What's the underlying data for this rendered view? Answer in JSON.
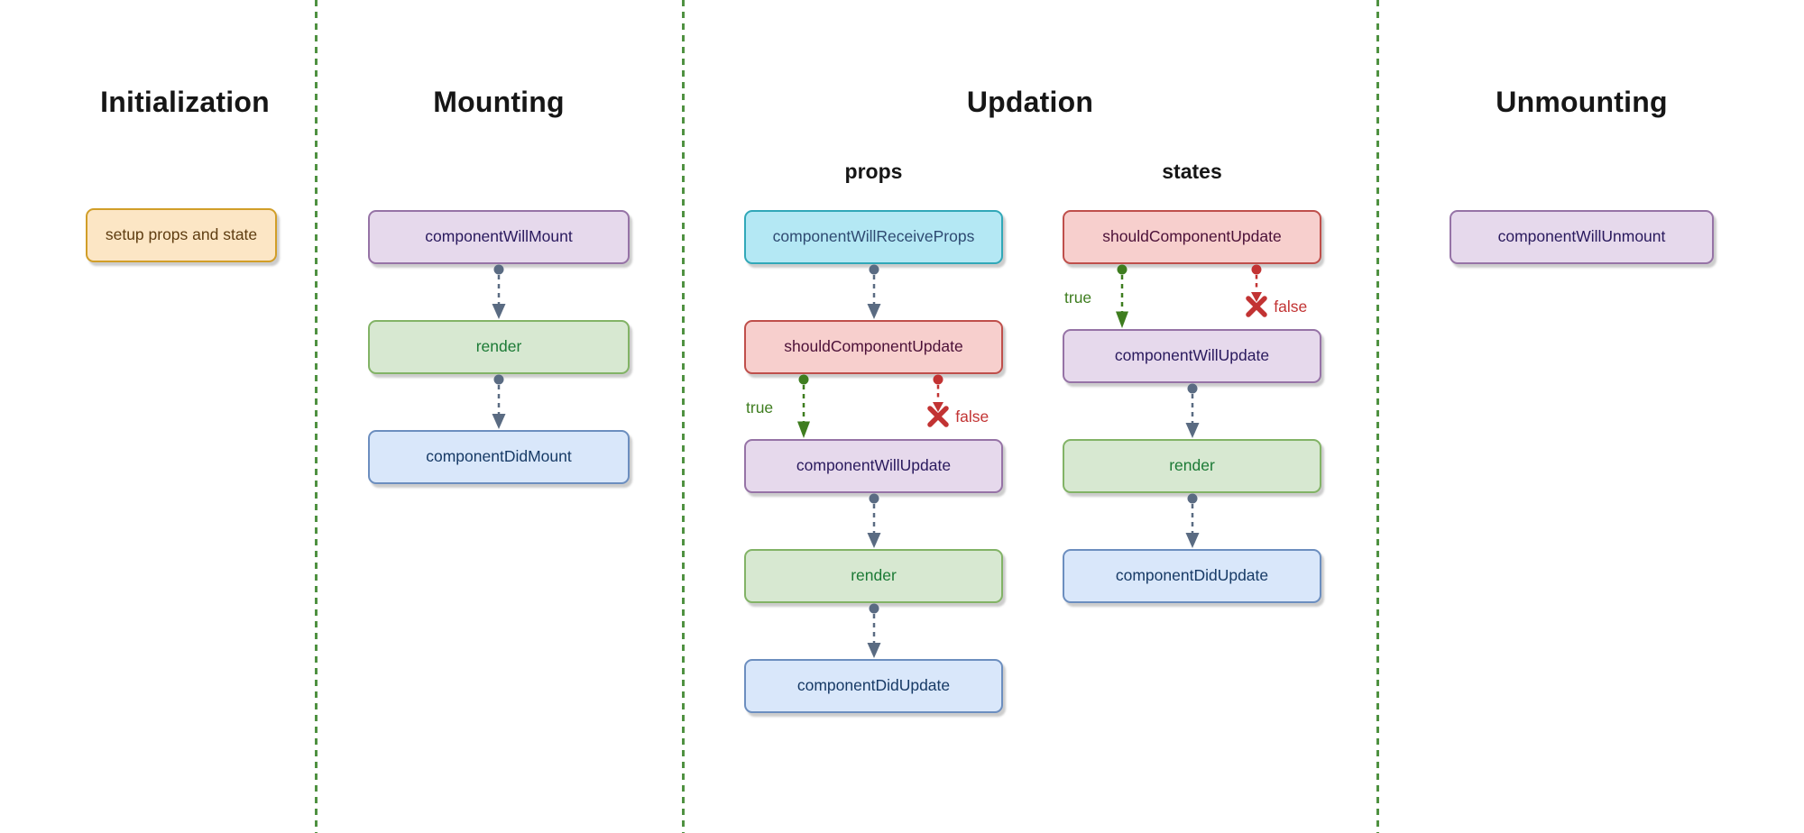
{
  "palette": {
    "orange": {
      "fill": "#FCE6C5",
      "stroke": "#D19E28",
      "text": "#5F3D11"
    },
    "purple": {
      "fill": "#E6D9EC",
      "stroke": "#9673A6",
      "text": "#2A1A5E"
    },
    "green": {
      "fill": "#D7E8D1",
      "stroke": "#82B366",
      "text": "#1B7A35"
    },
    "blue": {
      "fill": "#D9E7FA",
      "stroke": "#6C8EBF",
      "text": "#173A66"
    },
    "cyan": {
      "fill": "#B4E8F4",
      "stroke": "#31A8B8",
      "text": "#2F4B72"
    },
    "red": {
      "fill": "#F7CFCD",
      "stroke": "#BF4F4B",
      "text": "#4C1138"
    },
    "connector": "#5A6B82",
    "true_color": "#3E7D1F",
    "false_color": "#C23333",
    "divider": "#4F9141"
  },
  "sections": [
    {
      "id": "initialization",
      "title": "Initialization",
      "flow": [
        {
          "type": "node",
          "style": "orange",
          "label": "setup props and state"
        }
      ]
    },
    {
      "id": "mounting",
      "title": "Mounting",
      "flow": [
        {
          "type": "node",
          "style": "purple",
          "label": "componentWillMount"
        },
        {
          "type": "arrow"
        },
        {
          "type": "node",
          "style": "green",
          "label": "render"
        },
        {
          "type": "arrow"
        },
        {
          "type": "node",
          "style": "blue",
          "label": "componentDidMount"
        }
      ]
    },
    {
      "id": "updation",
      "title": "Updation",
      "columns": [
        {
          "label": "props",
          "flow": [
            {
              "type": "node",
              "style": "cyan",
              "label": "componentWillReceiveProps"
            },
            {
              "type": "arrow"
            },
            {
              "type": "node",
              "style": "red",
              "label": "shouldComponentUpdate"
            },
            {
              "type": "branch",
              "true_label": "true",
              "false_label": "false"
            },
            {
              "type": "node",
              "style": "purple",
              "label": "componentWillUpdate"
            },
            {
              "type": "arrow"
            },
            {
              "type": "node",
              "style": "green",
              "label": "render"
            },
            {
              "type": "arrow"
            },
            {
              "type": "node",
              "style": "blue",
              "label": "componentDidUpdate"
            }
          ]
        },
        {
          "label": "states",
          "flow": [
            {
              "type": "node",
              "style": "red",
              "label": "shouldComponentUpdate"
            },
            {
              "type": "branch",
              "true_label": "true",
              "false_label": "false"
            },
            {
              "type": "node",
              "style": "purple",
              "label": "componentWillUpdate"
            },
            {
              "type": "arrow"
            },
            {
              "type": "node",
              "style": "green",
              "label": "render"
            },
            {
              "type": "arrow"
            },
            {
              "type": "node",
              "style": "blue",
              "label": "componentDidUpdate"
            }
          ]
        }
      ]
    },
    {
      "id": "unmounting",
      "title": "Unmounting",
      "flow": [
        {
          "type": "node",
          "style": "purple",
          "label": "componentWillUnmount"
        }
      ]
    }
  ]
}
